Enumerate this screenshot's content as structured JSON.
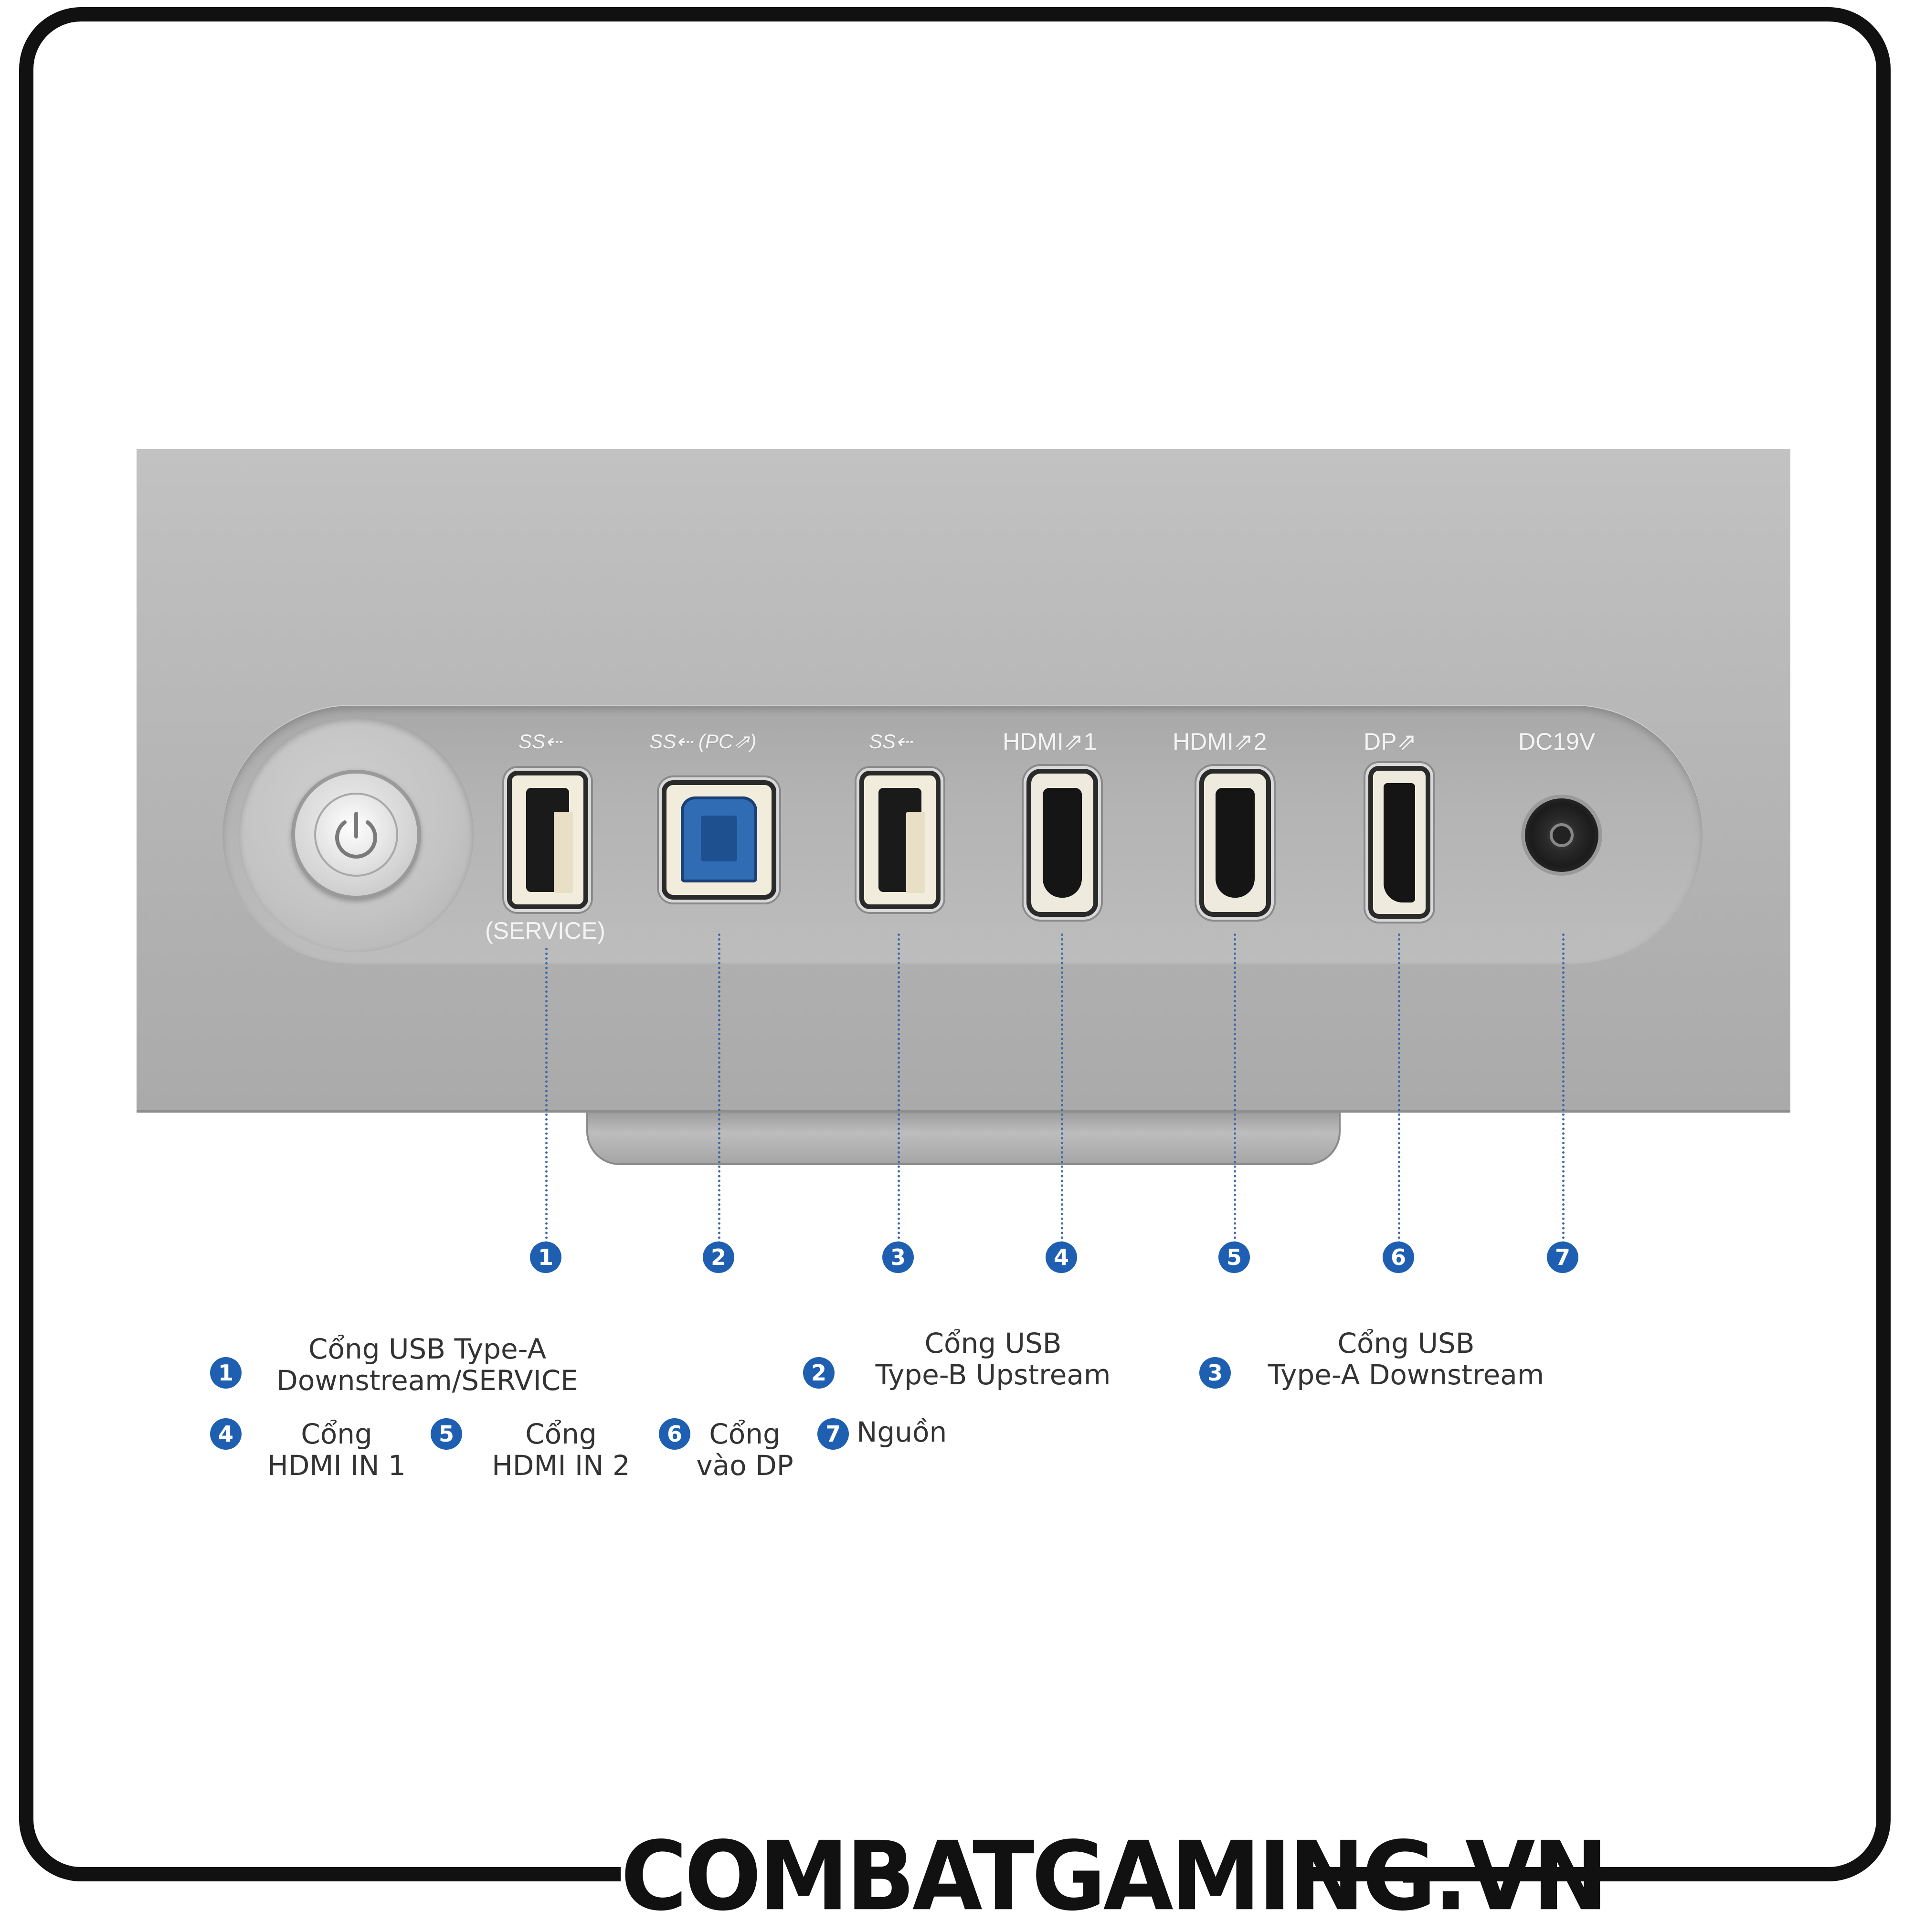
{
  "ports": {
    "usb1_label": "SS⇠",
    "usb1_sub": "(SERVICE)",
    "usb2_label": "SS⇠ (PC⇗)",
    "usb3_label": "SS⇠",
    "hdmi1_label": "HDMI⇗1",
    "hdmi2_label": "HDMI⇗2",
    "dp_label": "DP⇗",
    "dc_label": "DC19V"
  },
  "callouts": [
    "1",
    "2",
    "3",
    "4",
    "5",
    "6",
    "7"
  ],
  "legend": [
    {
      "num": "1",
      "text": "Cổng USB Type-A\nDownstream/SERVICE"
    },
    {
      "num": "2",
      "text": "Cổng USB\nType-B Upstream"
    },
    {
      "num": "3",
      "text": "Cổng USB\nType-A Downstream"
    },
    {
      "num": "4",
      "text": "Cổng\nHDMI IN 1"
    },
    {
      "num": "5",
      "text": "Cổng\nHDMI IN 2"
    },
    {
      "num": "6",
      "text": "Cổng\nvào DP"
    },
    {
      "num": "7",
      "text": "Nguồn"
    }
  ],
  "brand": "COMBATGAMING.VN",
  "colors": {
    "callout": "#1f5fb2",
    "panel": "#b8b8b8",
    "usb_b_blue": "#2f6cb3"
  }
}
